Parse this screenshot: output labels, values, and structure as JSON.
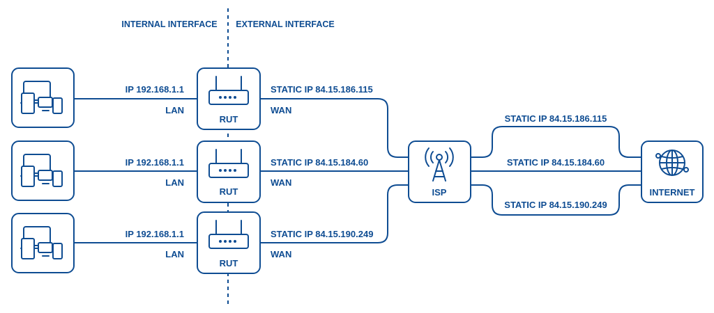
{
  "headers": {
    "internal": "INTERNAL INTERFACE",
    "external": "EXTERNAL INTERFACE"
  },
  "rows": [
    {
      "lan_ip": "IP 192.168.1.1",
      "lan_label": "LAN",
      "router_label": "RUT",
      "wan_ip": "STATIC IP 84.15.186.115",
      "wan_label": "WAN"
    },
    {
      "lan_ip": "IP 192.168.1.1",
      "lan_label": "LAN",
      "router_label": "RUT",
      "wan_ip": "STATIC IP 84.15.184.60",
      "wan_label": "WAN"
    },
    {
      "lan_ip": "IP 192.168.1.1",
      "lan_label": "LAN",
      "router_label": "RUT",
      "wan_ip": "STATIC IP 84.15.190.249",
      "wan_label": "WAN"
    }
  ],
  "isp": {
    "label": "ISP"
  },
  "internet": {
    "label": "INTERNET"
  },
  "isp_links": [
    "STATIC IP 84.15.186.115",
    "STATIC IP 84.15.184.60",
    "STATIC IP 84.15.190.249"
  ],
  "colors": {
    "stroke": "#0e4c92",
    "background": "#ffffff"
  },
  "icons": {
    "device": "devices-icon",
    "router": "router-icon",
    "isp": "antenna-tower-icon",
    "internet": "globe-icon"
  }
}
